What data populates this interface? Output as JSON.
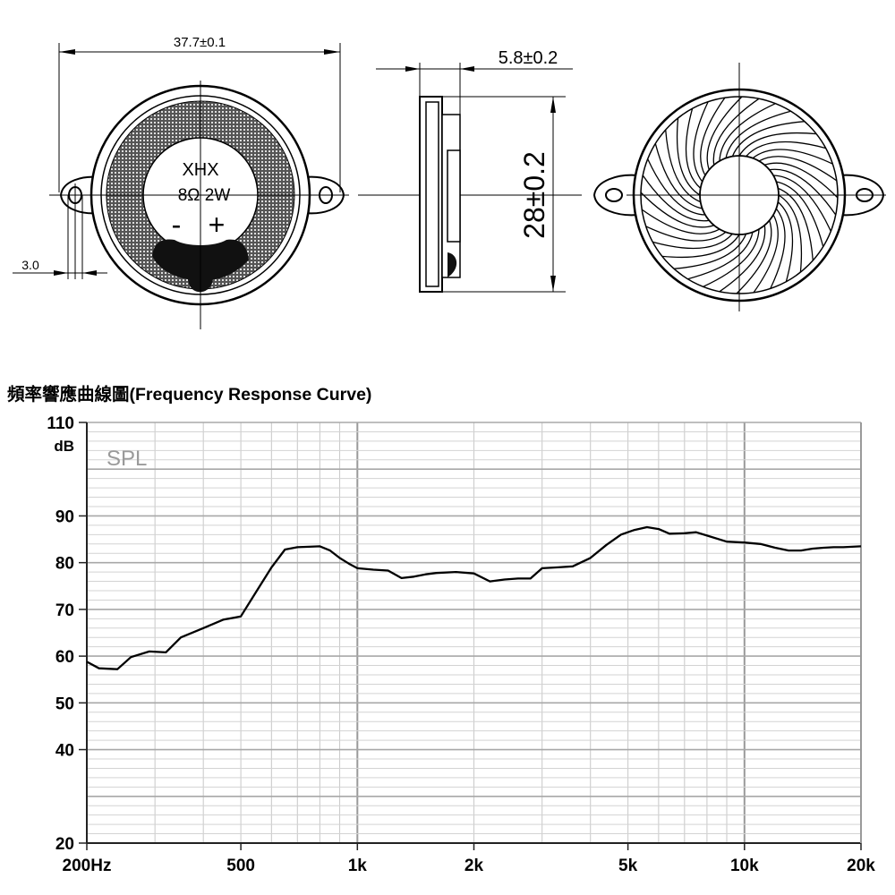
{
  "drawings": {
    "front": {
      "dimension": "37.7±0.1",
      "brand": "XHX",
      "rating": "8Ω 2W",
      "minus": "-",
      "plus": "+",
      "hole_dimension": "3.0"
    },
    "side": {
      "thickness": "5.8±0.2",
      "height": "28±0.2"
    }
  },
  "chart_title": "頻率響應曲線圖(Frequency Response Curve)",
  "chart_data": {
    "type": "line",
    "title": "頻率響應曲線圖(Frequency Response Curve)",
    "xscale": "log",
    "xlim": [
      200,
      20000
    ],
    "ylim": [
      20,
      110
    ],
    "ylabel": "dB",
    "x_ticks": [
      "200Hz",
      "500",
      "1k",
      "2k",
      "5k",
      "10k",
      "20k"
    ],
    "y_ticks": [
      "20",
      "40",
      "50",
      "60",
      "70",
      "80",
      "90",
      "110"
    ],
    "grid": true,
    "series": [
      {
        "name": "SPL",
        "x": [
          200,
          215,
          240,
          260,
          290,
          320,
          350,
          400,
          450,
          500,
          550,
          600,
          650,
          700,
          750,
          800,
          850,
          900,
          950,
          1000,
          1100,
          1200,
          1300,
          1400,
          1500,
          1600,
          1800,
          2000,
          2200,
          2400,
          2600,
          2800,
          3000,
          3300,
          3600,
          4000,
          4400,
          4800,
          5200,
          5600,
          6000,
          6400,
          7000,
          7500,
          8000,
          9000,
          10000,
          11000,
          12000,
          13000,
          14000,
          15000,
          16000,
          17000,
          18000,
          20000
        ],
        "values": [
          58.8,
          57.4,
          57.2,
          59.8,
          61.0,
          60.8,
          64.0,
          66.0,
          67.8,
          68.5,
          74.0,
          79.0,
          82.8,
          83.3,
          83.4,
          83.5,
          82.6,
          81.0,
          79.8,
          78.8,
          78.5,
          78.3,
          76.7,
          77.0,
          77.5,
          77.8,
          78.0,
          77.7,
          76.0,
          76.4,
          76.6,
          76.6,
          78.8,
          79.0,
          79.2,
          81.0,
          83.8,
          86.0,
          87.0,
          87.6,
          87.2,
          86.2,
          86.3,
          86.5,
          85.8,
          84.5,
          84.3,
          84.0,
          83.2,
          82.6,
          82.6,
          83.0,
          83.2,
          83.3,
          83.3,
          83.5
        ]
      }
    ]
  }
}
